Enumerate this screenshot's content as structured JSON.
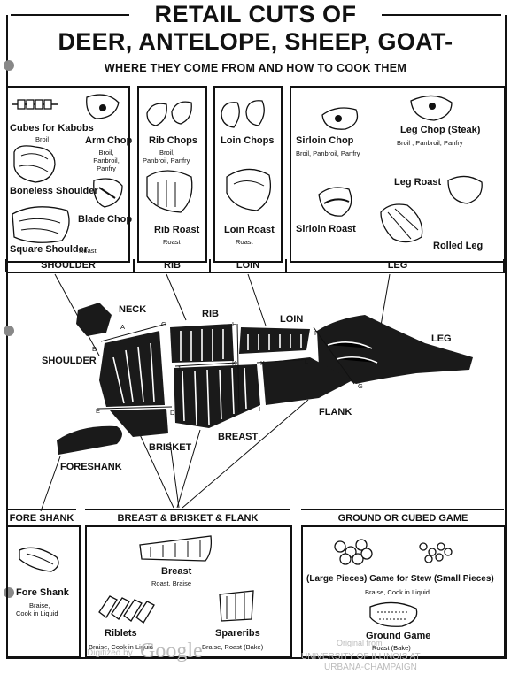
{
  "header": {
    "title_line1": "RETAIL CUTS OF",
    "title_line2": "DEER, ANTELOPE, SHEEP, GOAT-",
    "subtitle": "WHERE THEY COME FROM AND HOW TO COOK THEM"
  },
  "top_panels": {
    "shoulder": {
      "label": "SHOULDER",
      "cuts": [
        {
          "name": "Cubes for Kabobs",
          "method": "Broil"
        },
        {
          "name": "Arm Chop",
          "method": "Broil, Panbroil, Panfry"
        },
        {
          "name": "Boneless Shoulder",
          "method": ""
        },
        {
          "name": "Blade Chop",
          "method": ""
        },
        {
          "name": "Square Shoulder",
          "method": "Roast"
        }
      ]
    },
    "rib": {
      "label": "RIB",
      "cuts": [
        {
          "name": "Rib Chops",
          "method_line1": "Broil,",
          "method_line2": "Panbroil, Panfry"
        },
        {
          "name": "Rib Roast",
          "method": "Roast"
        }
      ]
    },
    "loin": {
      "label": "LOIN",
      "cuts": [
        {
          "name": "Loin Chops",
          "method": ""
        },
        {
          "name": "Loin Roast",
          "method": "Roast"
        }
      ]
    },
    "leg": {
      "label": "LEG",
      "cuts": [
        {
          "name": "Sirloin Chop",
          "method": "Broil, Panbroil, Panfry"
        },
        {
          "name": "Leg Chop (Steak)",
          "method": "Broil , Panbroil, Panfry"
        },
        {
          "name": "Leg Roast",
          "method": ""
        },
        {
          "name": "Sirloin Roast",
          "method": ""
        },
        {
          "name": "Rolled Leg",
          "method": ""
        }
      ]
    }
  },
  "carcass": {
    "labels": {
      "neck": "NECK",
      "rib": "RIB",
      "loin": "LOIN",
      "leg": "LEG",
      "shoulder": "SHOULDER",
      "flank": "FLANK",
      "breast": "BREAST",
      "brisket": "BRISKET",
      "foreshank": "FORESHANK"
    },
    "points": [
      "A",
      "B",
      "C",
      "D",
      "E",
      "F",
      "G",
      "H",
      "I",
      "J",
      "K",
      "K",
      "L"
    ]
  },
  "bottom_panels": {
    "fore_shank": {
      "label": "FORE SHANK",
      "cut": "Fore Shank",
      "method_line1": "Braise,",
      "method_line2": "Cook in Liquid"
    },
    "breast_brisket_flank": {
      "label": "BREAST & BRISKET & FLANK",
      "cuts": [
        {
          "name": "Breast",
          "method": "Roast, Braise"
        },
        {
          "name": "Riblets",
          "method": "Braise, Cook in Liquid"
        },
        {
          "name": "Spareribs",
          "method": "Braise, Roast (Bake)"
        }
      ]
    },
    "ground_cubed": {
      "label": "GROUND OR CUBED GAME",
      "stew_label": "(Large Pieces)  Game for Stew (Small Pieces)",
      "stew_method": "Braise, Cook in Liquid",
      "ground": "Ground Game",
      "ground_method": "Roast (Bake)"
    }
  },
  "watermarks": {
    "digitized": "Digitized by",
    "google": "Google",
    "original": "Original from",
    "univ1": "UNIVERSITY OF ILLINOIS AT",
    "univ2": "URBANA-CHAMPAIGN"
  }
}
